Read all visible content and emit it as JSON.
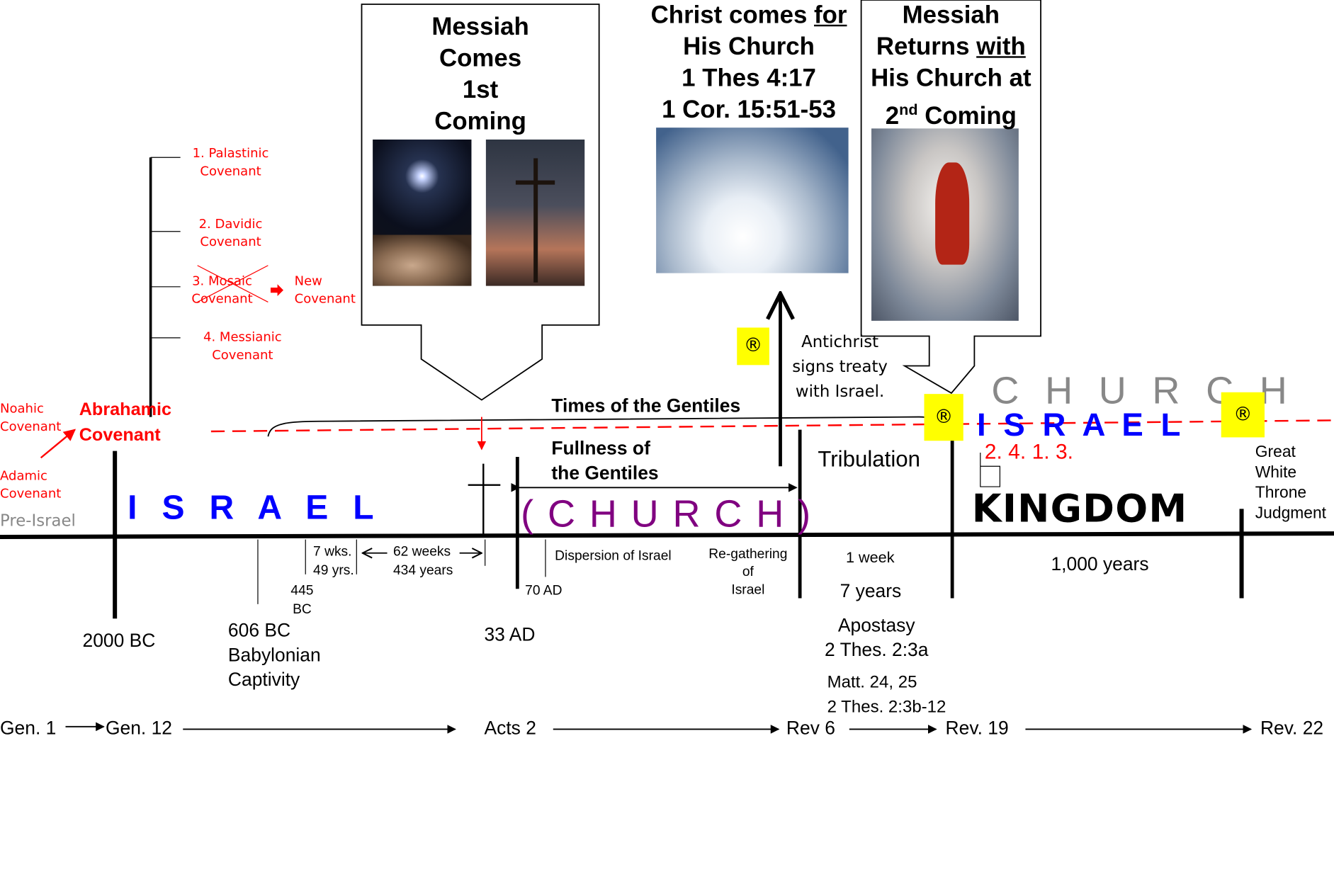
{
  "colors": {
    "red": "#ff0000",
    "blue": "#0000ff",
    "purple": "#800080",
    "gray": "#888888",
    "yellow": "#ffff00"
  },
  "boxes": {
    "messiah_first": [
      "Messiah",
      "Comes",
      "1st",
      "Coming"
    ],
    "rapture": {
      "line1_a": "Christ comes ",
      "line1_b": "for",
      "line2": "His Church",
      "line3": "1 Thes 4:17",
      "line4": "1 Cor. 15:51-53"
    },
    "second_coming": {
      "line1": "Messiah",
      "line2_a": "Returns ",
      "line2_b": "with",
      "line3": "His Church at",
      "line4_a": "2",
      "line4_sup": "nd",
      "line4_b": " Coming"
    }
  },
  "covenants": {
    "palestinic": [
      "1. Palastinic",
      "Covenant"
    ],
    "davidic": [
      "2. Davidic",
      "Covenant"
    ],
    "mosaic": [
      "3. Mosaic",
      "Covenant"
    ],
    "new": [
      "New",
      "Covenant"
    ],
    "messianic": [
      "4. Messianic",
      "Covenant"
    ],
    "noahic": [
      "Noahic",
      "Covenant"
    ],
    "abrahamic": [
      "Abrahamic",
      "Covenant"
    ],
    "adamic": [
      "Adamic",
      "Covenant"
    ],
    "pre_israel": "Pre-Israel"
  },
  "labels": {
    "israel": "I S R A E L",
    "church": "( C H U R C H )",
    "kingdom": "KINGDOM",
    "church_upper": "C H U R C H",
    "israel_upper": "I  S  R  A  E  L",
    "kingdom_numbers": "2. 4.  1.   3.",
    "times_of_gentiles": "Times of the Gentiles",
    "fullness": [
      "Fullness of",
      "the Gentiles"
    ],
    "antichrist": [
      "Antichrist",
      "signs treaty",
      "with Israel."
    ],
    "tribulation": "Tribulation",
    "great_white": [
      "Great",
      "White",
      "Throne",
      "Judgment"
    ],
    "registered": "®"
  },
  "timeline": {
    "seven_weeks": [
      "7 wks.",
      "49 yrs."
    ],
    "sixty_two": [
      "62 weeks",
      "434 years"
    ],
    "bc445": [
      "445",
      "BC"
    ],
    "bc2000": "2000 BC",
    "bc606": [
      "606 BC",
      "Babylonian",
      "Captivity"
    ],
    "ad33": "33 AD",
    "ad70": "70 AD",
    "dispersion": "Dispersion of Israel",
    "regathering": [
      "Re-gathering",
      "of",
      "Israel"
    ],
    "one_week": "1 week",
    "seven_years": "7 years",
    "apostasy": [
      "Apostasy",
      "2 Thes. 2:3a"
    ],
    "matt": [
      "Matt. 24, 25",
      "2 Thes. 2:3b-12"
    ],
    "thousand_years": "1,000 years"
  },
  "references": [
    "Gen. 1",
    "Gen. 12",
    "Acts 2",
    "Rev 6",
    "Rev. 19",
    "Rev. 22"
  ]
}
